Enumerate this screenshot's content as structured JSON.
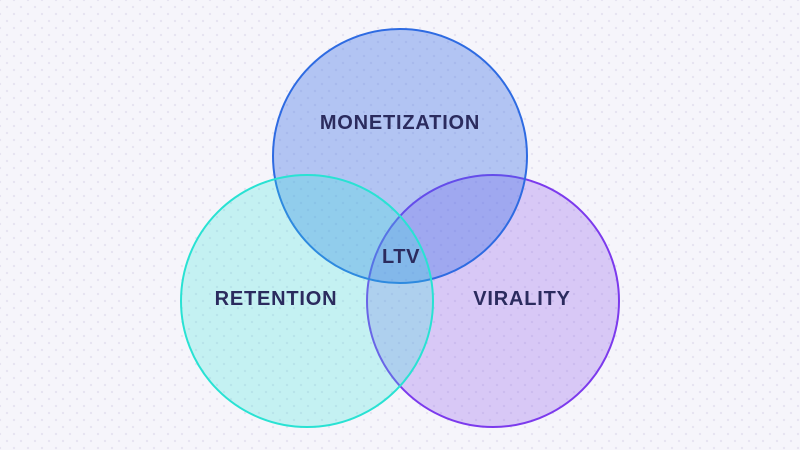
{
  "diagram": {
    "center_label": "LTV",
    "text_color": "#2b2b5e",
    "background_color": "#f6f5fb",
    "dot_color": "#e6e3f1",
    "circles": [
      {
        "id": "monetization",
        "label": "MONETIZATION",
        "border_color": "#2e6be2",
        "fill_color": "rgba(59, 112, 229, 0.36)"
      },
      {
        "id": "retention",
        "label": "RETENTION",
        "border_color": "#29e2d3",
        "fill_color": "rgba(46, 230, 214, 0.25)"
      },
      {
        "id": "virality",
        "label": "VIRALITY",
        "border_color": "#7c3aed",
        "fill_color": "rgba(145, 95, 235, 0.30)"
      }
    ]
  }
}
